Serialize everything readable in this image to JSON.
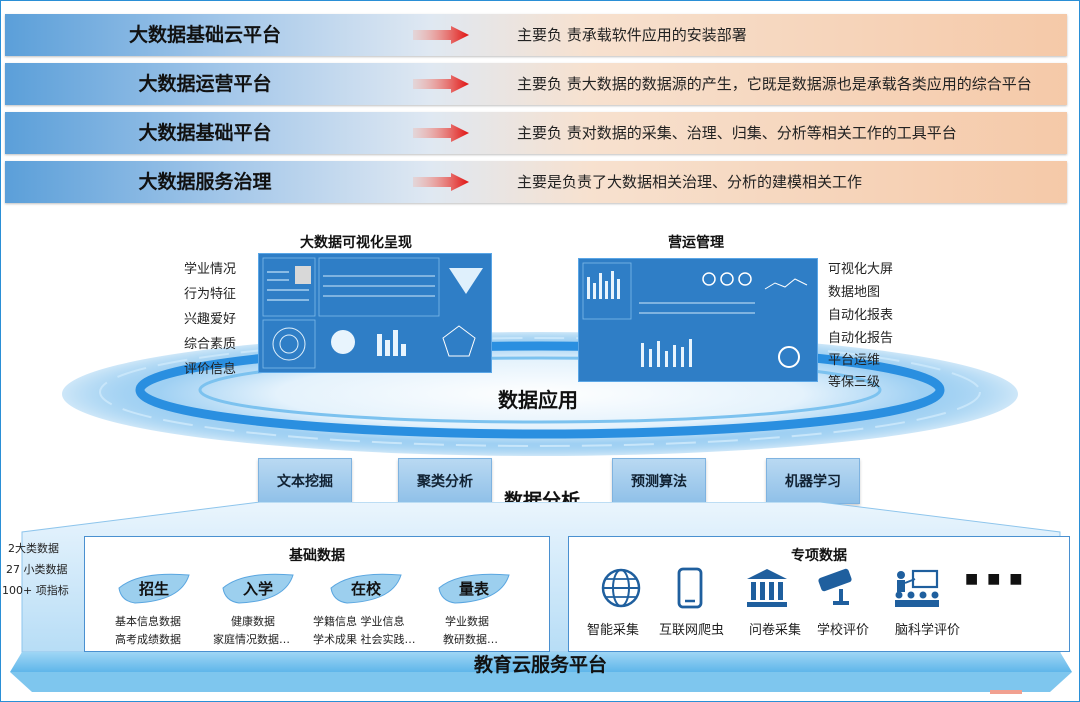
{
  "layers": [
    {
      "name": "大数据基础云平台",
      "desc": "主要负 责承载软件应用的安装部署"
    },
    {
      "name": "大数据运营平台",
      "desc": "主要负 责大数据的数据源的产生，它既是数据源也是承载各类应用的综合平台"
    },
    {
      "name": "大数据基础平台",
      "desc": "主要负 责对数据的采集、治理、归集、分析等相关工作的工具平台"
    },
    {
      "name": "大数据服务治理",
      "desc": "主要是负责了大数据相关治理、分析的建模相关工作"
    }
  ],
  "application": {
    "label": "数据应用",
    "visualization": {
      "title": "大数据可视化呈现",
      "features": [
        "学业情况",
        "行为特征",
        "兴趣爱好",
        "综合素质",
        "评价信息"
      ]
    },
    "operations": {
      "title": "营运管理",
      "features": [
        "可视化大屏",
        "数据地图",
        "自动化报表",
        "自动化报告",
        "平台运维",
        "等保三级"
      ]
    }
  },
  "analysis": {
    "label": "数据分析",
    "methods": [
      "文本挖掘",
      "聚类分析",
      "预测算法",
      "机器学习"
    ]
  },
  "counts": [
    "2大类数据",
    "27 小类数据",
    "100+ 项指标"
  ],
  "basic_data": {
    "title": "基础数据",
    "stages": [
      {
        "label": "招生",
        "items": [
          "基本信息数据",
          "高考成绩数据"
        ]
      },
      {
        "label": "入学",
        "items": [
          "健康数据",
          "家庭情况数据…"
        ]
      },
      {
        "label": "在校",
        "items": [
          "学籍信息  学业信息",
          "学术成果  社会实践…"
        ]
      },
      {
        "label": "量表",
        "items": [
          "学业数据",
          "教研数据…"
        ]
      }
    ]
  },
  "special_data": {
    "title": "专项数据",
    "icons": [
      "globe-icon",
      "phone-icon",
      "building-icon",
      "camera-icon",
      "presentation-icon"
    ],
    "more": "■ ■ ■",
    "labels": [
      "智能采集",
      "互联网爬虫",
      "问卷采集",
      "学校评价",
      "脑科学评价"
    ]
  },
  "base_platform": "教育云服务平台"
}
